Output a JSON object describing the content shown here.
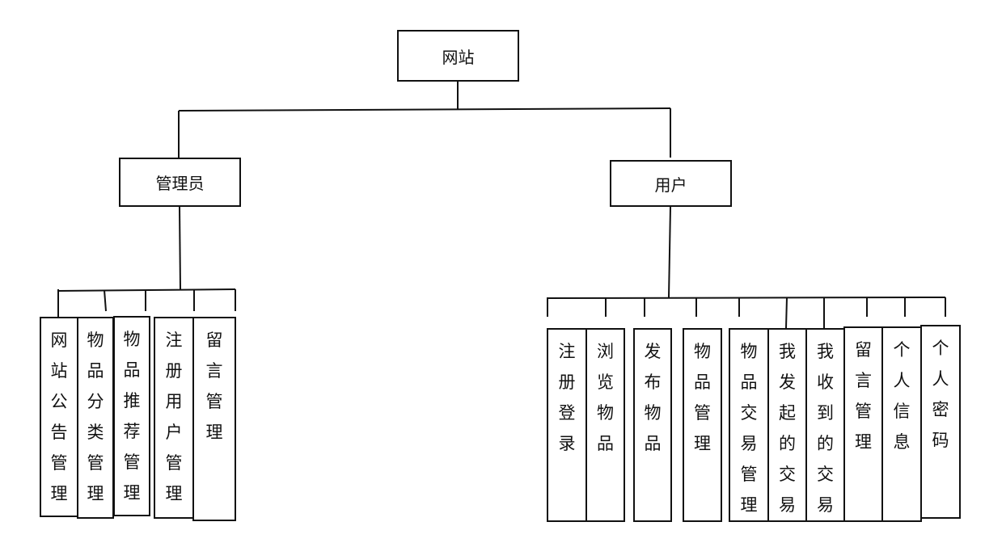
{
  "colors": {
    "line": "#111111",
    "background": "#ffffff"
  },
  "root": {
    "label": "网站"
  },
  "branches": {
    "admin": {
      "label": "管理员",
      "children": [
        {
          "label": "网站公告管理"
        },
        {
          "label": "物品分类管理"
        },
        {
          "label": "物品推荐管理"
        },
        {
          "label": "注册用户管理"
        },
        {
          "label": "留言管理"
        }
      ]
    },
    "user": {
      "label": "用户",
      "children": [
        {
          "label": "注册登录"
        },
        {
          "label": "浏览物品"
        },
        {
          "label": "发布物品"
        },
        {
          "label": "物品管理"
        },
        {
          "label": "物品交易管理"
        },
        {
          "label": "我发起的交易"
        },
        {
          "label": "我收到的交易"
        },
        {
          "label": "留言管理"
        },
        {
          "label": "个人信息"
        },
        {
          "label": "个人密码"
        }
      ]
    }
  }
}
